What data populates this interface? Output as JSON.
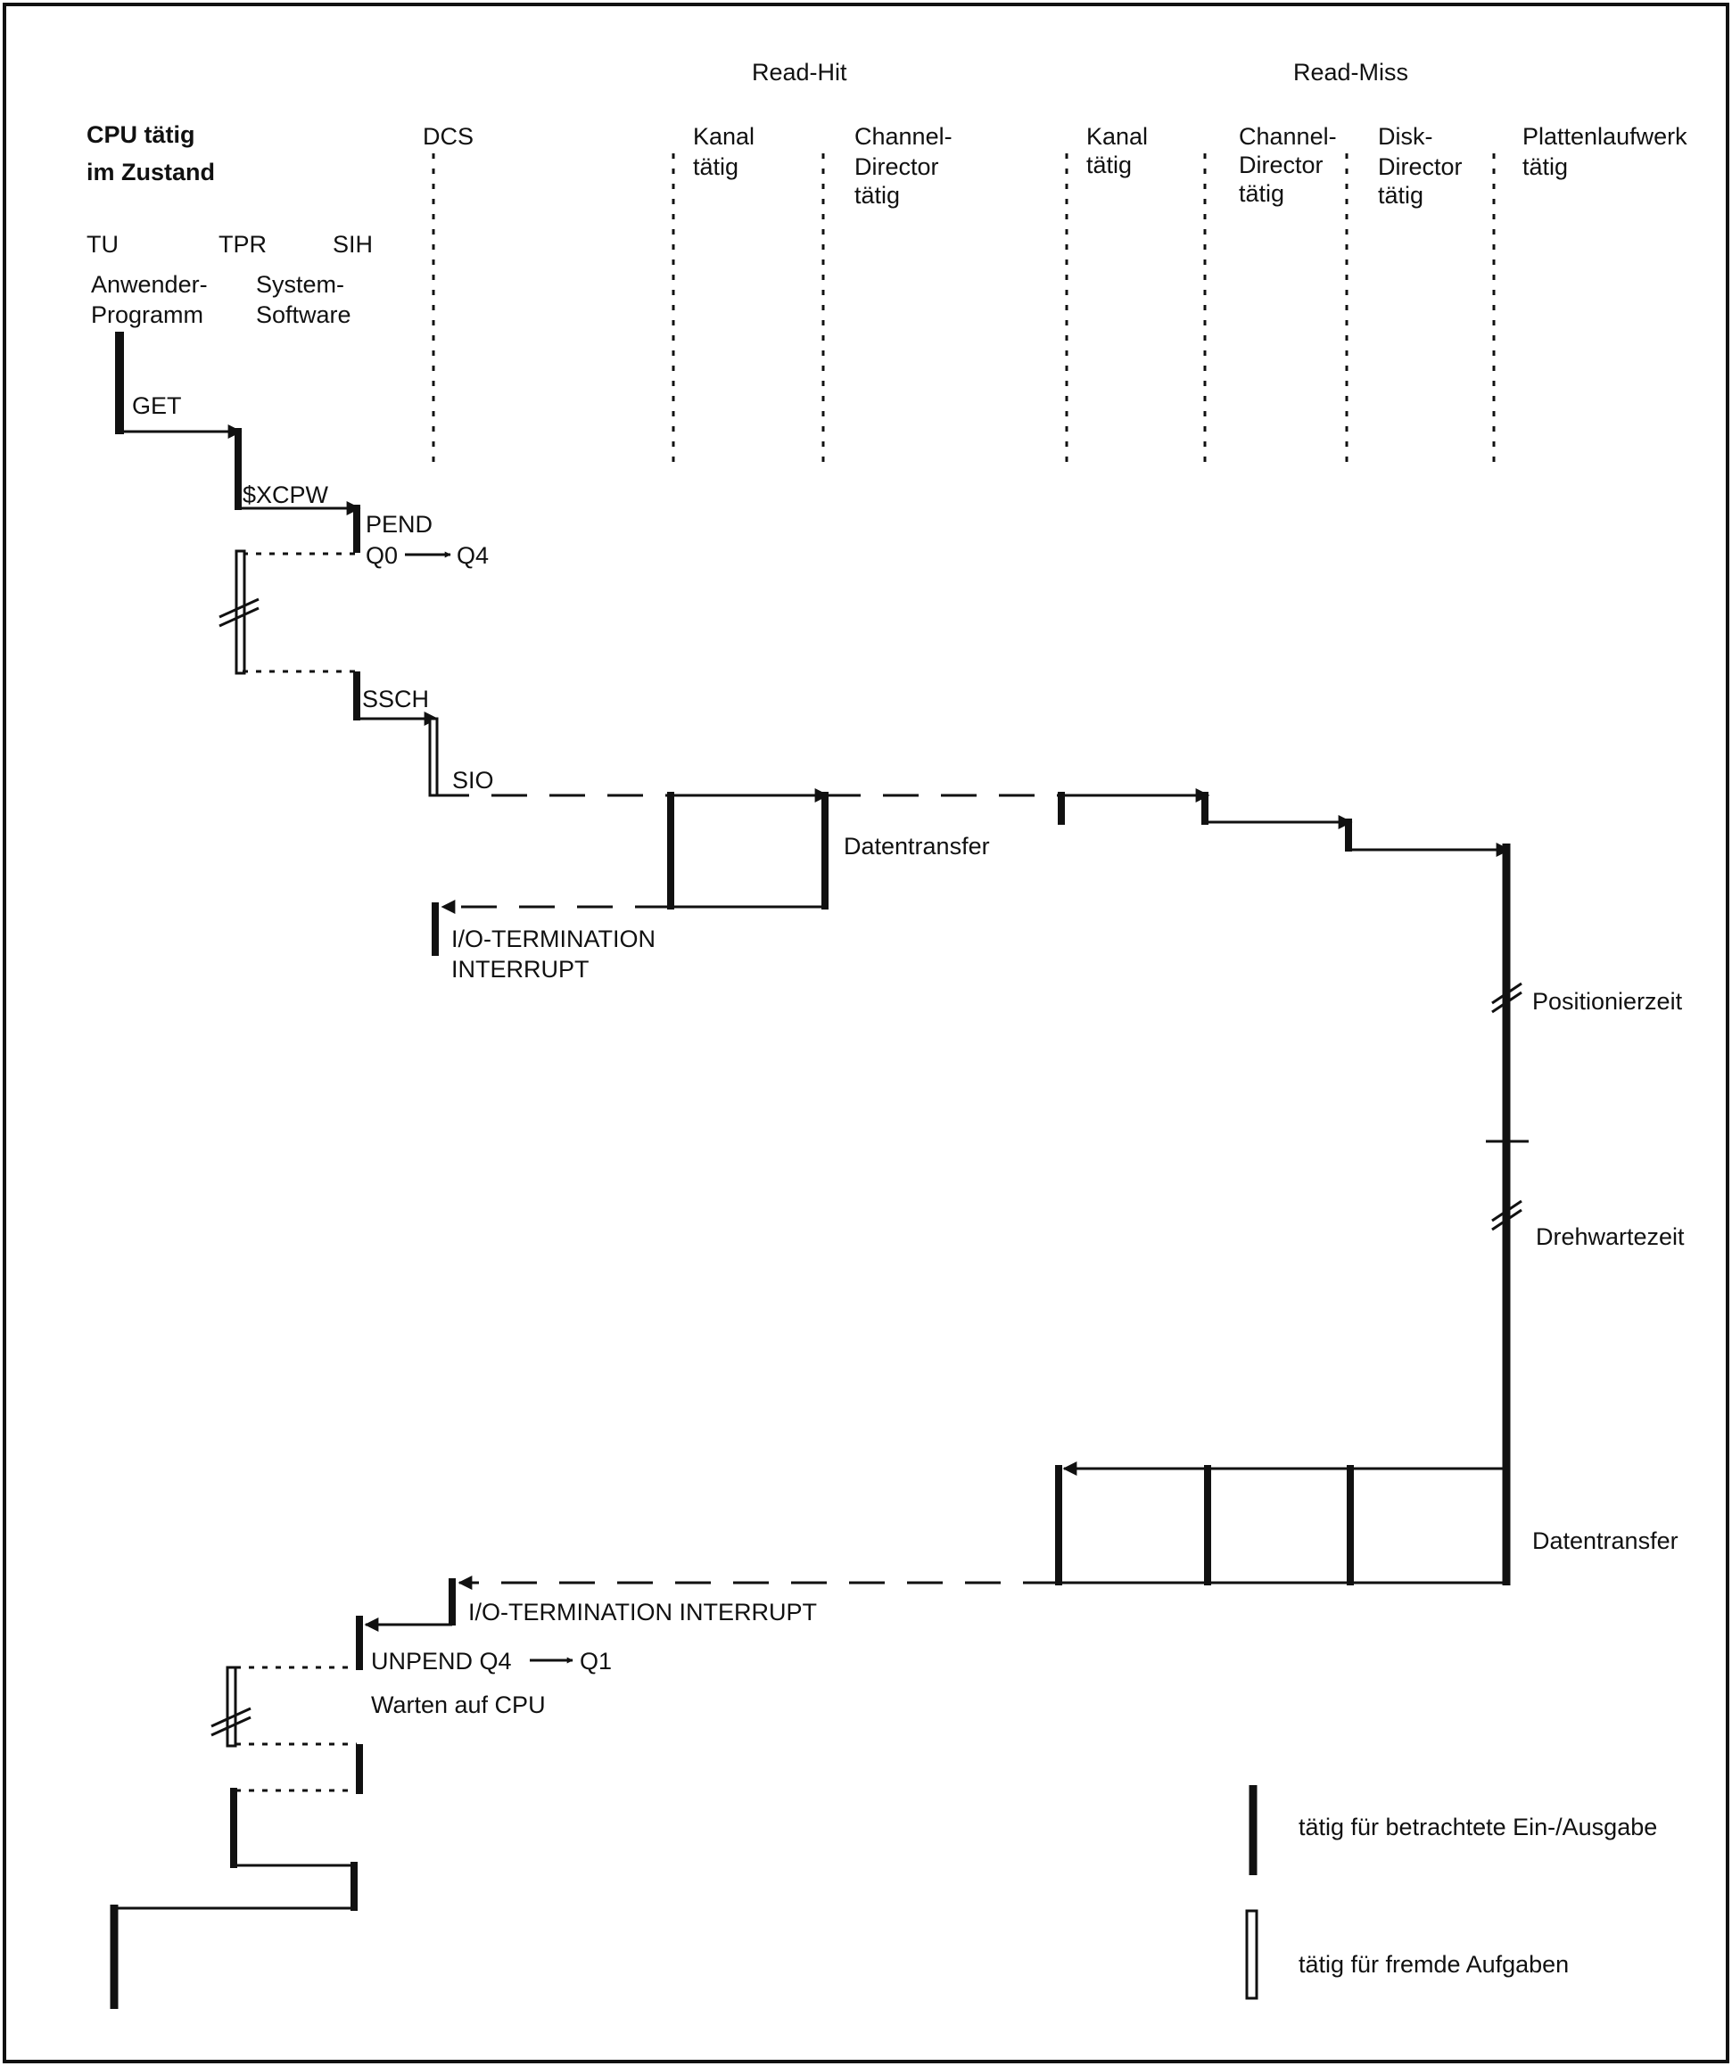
{
  "header": {
    "read_hit": "Read-Hit",
    "read_miss": "Read-Miss"
  },
  "columns": {
    "cpu_line1": "CPU tätig",
    "cpu_line2": "im Zustand",
    "tu": "TU",
    "tpr": "TPR",
    "sih": "SIH",
    "anwender1": "Anwender-",
    "anwender2": "Programm",
    "system1": "System-",
    "system2": "Software",
    "dcs": "DCS",
    "kanal_hit1": "Kanal",
    "kanal_hit2": "tätig",
    "chdir_hit1": "Channel-",
    "chdir_hit2": "Director",
    "chdir_hit3": "tätig",
    "kanal_miss1": "Kanal",
    "kanal_miss2": "tätig",
    "chdir_miss1": "Channel-",
    "chdir_miss2": "Director",
    "chdir_miss3": "tätig",
    "disk1": "Disk-",
    "disk2": "Director",
    "disk3": "tätig",
    "platten1": "Plattenlaufwerk",
    "platten2": "tätig"
  },
  "labels": {
    "get": "GET",
    "xcpw": "$XCPW",
    "pend": "PEND",
    "q0": "Q0",
    "q4": "Q4",
    "ssch": "SSCH",
    "sio": "SIO",
    "datentransfer_hit": "Datentransfer",
    "io_term1": "I/O-TERMINATION",
    "io_term2": "INTERRUPT",
    "positionierzeit": "Positionierzeit",
    "drehwartezeit": "Drehwartezeit",
    "datentransfer_miss": "Datentransfer",
    "io_term_full": "I/O-TERMINATION INTERRUPT",
    "unpend": "UNPEND Q4",
    "q1": "Q1",
    "warten": "Warten auf CPU"
  },
  "legend": {
    "own_io": "tätig für betrachtete Ein-/Ausgabe",
    "foreign": "tätig für fremde Aufgaben"
  }
}
